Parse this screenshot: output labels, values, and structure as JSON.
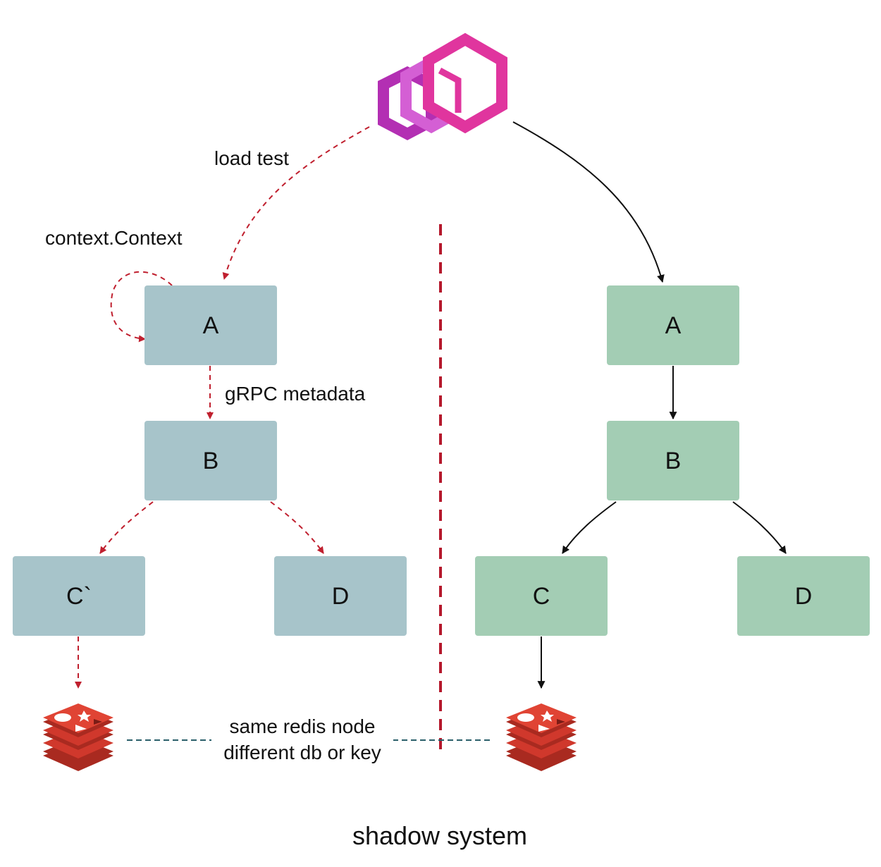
{
  "labels": {
    "load_test": "load test",
    "context": "context.Context",
    "grpc_metadata": "gRPC metadata",
    "redis_line1": "same redis node",
    "redis_line2": "different db or key",
    "caption": "shadow system"
  },
  "shadow_nodes": {
    "a": "A",
    "b": "B",
    "c": "C`",
    "d": "D"
  },
  "prod_nodes": {
    "a": "A",
    "b": "B",
    "c": "C",
    "d": "D"
  },
  "icons": {
    "gateway": "envoy-logo-icon",
    "redis_left": "redis-icon",
    "redis_right": "redis-icon"
  },
  "colors": {
    "shadow_node_fill": "#a7c4ca",
    "prod_node_fill": "#a3cdb4",
    "shadow_edge": "#c0202f",
    "prod_edge": "#111111",
    "separator": "#b5182c",
    "redis_link": "#2a5f6a",
    "logo_magenta": "#e0359e",
    "logo_purple": "#b32fb3",
    "logo_violet": "#d45fd4",
    "redis_red": "#d0382c"
  }
}
